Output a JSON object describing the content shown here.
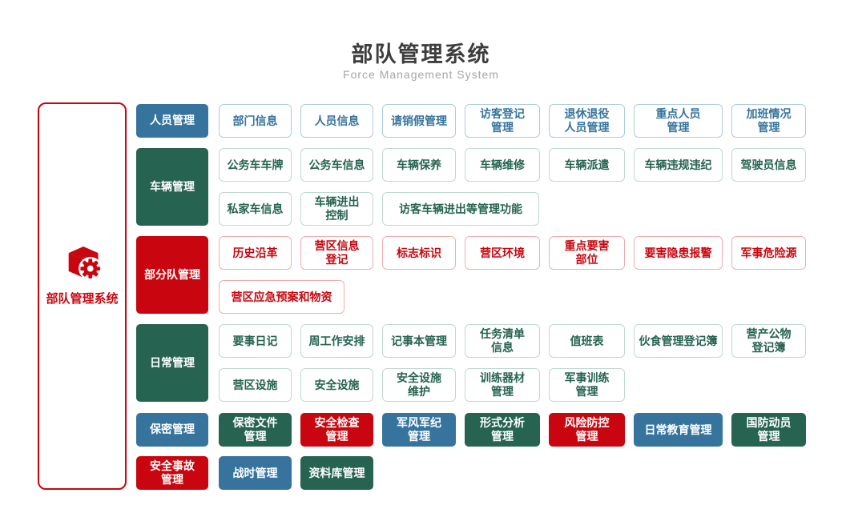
{
  "header": {
    "title": "部队管理系统",
    "subtitle": "Force Management System"
  },
  "sidebar": {
    "label": "部队管理系统",
    "icon": "cube-gear-icon"
  },
  "palette": {
    "blue": "#36749E",
    "green": "#266351",
    "red": "#C9060F",
    "blueBorder": "#AECBDD",
    "greenBorder": "#BFD9CF",
    "redBorder": "#F0AEB2",
    "titleText": "#3D3D3D",
    "subtitleText": "#A6A6A6"
  },
  "groups": [
    {
      "id": "personnel",
      "header": {
        "label": "人员管理",
        "color": "blue"
      },
      "rows": [
        [
          {
            "label": "部门信息",
            "color": "blue",
            "style": "outline"
          },
          {
            "label": "人员信息",
            "color": "blue",
            "style": "outline"
          },
          {
            "label": "请销假管理",
            "color": "blue",
            "style": "outline"
          },
          {
            "label": "访客登记\n管理",
            "color": "blue",
            "style": "outline"
          },
          {
            "label": "退休退役\n人员管理",
            "color": "blue",
            "style": "outline"
          },
          {
            "label": "重点人员\n管理",
            "color": "blue",
            "style": "outline"
          },
          {
            "label": "加班情况\n管理",
            "color": "blue",
            "style": "outline"
          }
        ]
      ]
    },
    {
      "id": "vehicle",
      "header": {
        "label": "车辆管理",
        "color": "green"
      },
      "rows": [
        [
          {
            "label": "公务车车牌",
            "color": "green",
            "style": "outline"
          },
          {
            "label": "公务车信息",
            "color": "green",
            "style": "outline"
          },
          {
            "label": "车辆保养",
            "color": "green",
            "style": "outline"
          },
          {
            "label": "车辆维修",
            "color": "green",
            "style": "outline"
          },
          {
            "label": "车辆派遣",
            "color": "green",
            "style": "outline"
          },
          {
            "label": "车辆违规违纪",
            "color": "green",
            "style": "outline"
          },
          {
            "label": "驾驶员信息",
            "color": "green",
            "style": "outline"
          }
        ],
        [
          {
            "label": "私家车信息",
            "color": "green",
            "style": "outline"
          },
          {
            "label": "车辆进出\n控制",
            "color": "green",
            "style": "outline"
          },
          {
            "label": "访客车辆进出等管理功能",
            "color": "green",
            "style": "outline"
          }
        ]
      ]
    },
    {
      "id": "subunit",
      "header": {
        "label": "部分队管理",
        "color": "red"
      },
      "rows": [
        [
          {
            "label": "历史沿革",
            "color": "red",
            "style": "outline"
          },
          {
            "label": "营区信息\n登记",
            "color": "red",
            "style": "outline"
          },
          {
            "label": "标志标识",
            "color": "red",
            "style": "outline"
          },
          {
            "label": "营区环境",
            "color": "red",
            "style": "outline"
          },
          {
            "label": "重点要害\n部位",
            "color": "red",
            "style": "outline"
          },
          {
            "label": "要害隐患报警",
            "color": "red",
            "style": "outline"
          },
          {
            "label": "军事危险源",
            "color": "red",
            "style": "outline"
          }
        ],
        [
          {
            "label": "营区应急预案和物资",
            "color": "red",
            "style": "outline"
          }
        ]
      ]
    },
    {
      "id": "daily",
      "header": {
        "label": "日常管理",
        "color": "green"
      },
      "rows": [
        [
          {
            "label": "要事日记",
            "color": "green",
            "style": "outline"
          },
          {
            "label": "周工作安排",
            "color": "green",
            "style": "outline"
          },
          {
            "label": "记事本管理",
            "color": "green",
            "style": "outline"
          },
          {
            "label": "任务清单\n信息",
            "color": "green",
            "style": "outline"
          },
          {
            "label": "值班表",
            "color": "green",
            "style": "outline"
          },
          {
            "label": "伙食管理登记簿",
            "color": "green",
            "style": "outline"
          },
          {
            "label": "营产公物\n登记簿",
            "color": "green",
            "style": "outline"
          }
        ],
        [
          {
            "label": "营区设施",
            "color": "green",
            "style": "outline"
          },
          {
            "label": "安全设施",
            "color": "green",
            "style": "outline"
          },
          {
            "label": "安全设施\n维护",
            "color": "green",
            "style": "outline"
          },
          {
            "label": "训练器材\n管理",
            "color": "green",
            "style": "outline"
          },
          {
            "label": "军事训练\n管理",
            "color": "green",
            "style": "outline"
          }
        ]
      ]
    },
    {
      "id": "secrecy",
      "header": {
        "label": "保密管理",
        "color": "blue"
      },
      "rows": [
        [
          {
            "label": "保密文件\n管理",
            "color": "green",
            "style": "solid"
          },
          {
            "label": "安全检查\n管理",
            "color": "red",
            "style": "solid"
          },
          {
            "label": "军风军纪\n管理",
            "color": "blue",
            "style": "solid"
          },
          {
            "label": "形式分析\n管理",
            "color": "green",
            "style": "solid"
          },
          {
            "label": "风险防控\n管理",
            "color": "red",
            "style": "solid"
          },
          {
            "label": "日常教育管理",
            "color": "blue",
            "style": "solid"
          },
          {
            "label": "国防动员\n管理",
            "color": "green",
            "style": "solid"
          }
        ]
      ]
    },
    {
      "id": "accident",
      "header": {
        "label": "安全事故\n管理",
        "color": "red"
      },
      "rows": [
        [
          {
            "label": "战时管理",
            "color": "blue",
            "style": "solid"
          },
          {
            "label": "资料库管理",
            "color": "green",
            "style": "solid"
          }
        ]
      ]
    }
  ]
}
